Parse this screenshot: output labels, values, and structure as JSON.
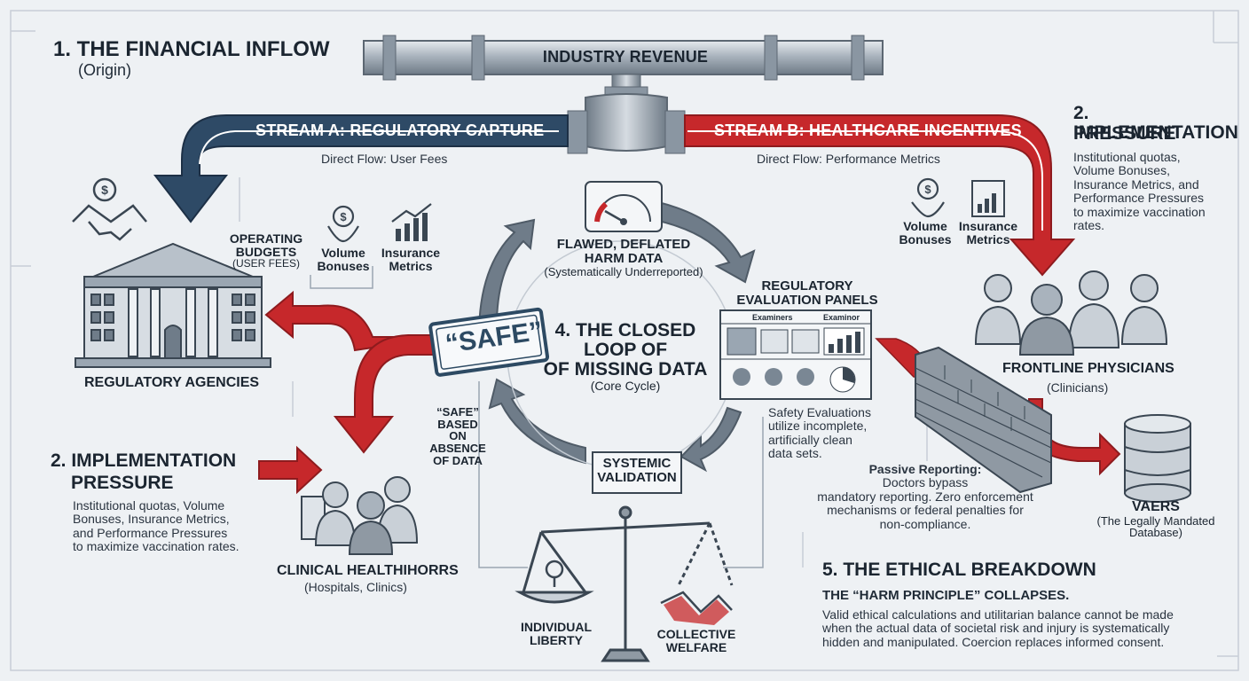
{
  "financial_inflow": {
    "title": "1. THE FINANCIAL INFLOW",
    "subtitle": "(Origin)"
  },
  "industry_revenue": "INDUSTRY REVENUE",
  "stream_a": {
    "label": "STREAM A: REGULATORY CAPTURE",
    "flow": "Direct Flow: User Fees"
  },
  "stream_b": {
    "label": "STREAM B: HEALTHCARE INCENTIVES",
    "flow": "Direct Flow: Performance Metrics"
  },
  "implementation_right": {
    "title_line1": "2. IMPLEMENTATION",
    "title_line2": "PRESSURE",
    "body_lines": [
      "Institutional quotas,",
      "Volume Bonuses,",
      "Insurance Metrics, and",
      "Performance Pressures",
      "to maximize vaccination",
      "rates."
    ]
  },
  "implementation_left": {
    "title_line1": "2. IMPLEMENTATION",
    "title_line2": "PRESSURE",
    "body_lines": [
      "Institutional quotas, Volume",
      "Bonuses, Insurance Metrics,",
      "and Performance Pressures",
      "to maximize vaccination rates."
    ]
  },
  "operating_budgets": {
    "line1": "OPERATING",
    "line2": "BUDGETS",
    "line3": "(USER FEES)"
  },
  "icons_left": {
    "volume_1": "Volume",
    "volume_2": "Bonuses",
    "insurance_1": "Insurance",
    "insurance_2": "Metrics"
  },
  "icons_right": {
    "volume_1": "Volume",
    "volume_2": "Bonuses",
    "insurance_1": "Insurance",
    "insurance_2": "Metrics"
  },
  "regulatory_agencies": "REGULATORY AGENCIES",
  "harm_data": {
    "line1": "FLAWED, DEFLATED",
    "line2": "HARM DATA",
    "line3": "(Systematically Underreported)"
  },
  "evaluation_panels": {
    "line1": "REGULATORY",
    "line2": "EVALUATION PANELS",
    "examiners": "Examiners",
    "examinor": "Examinor",
    "desc_lines": [
      "Safety Evaluations",
      "utilize incomplete,",
      "artificially clean",
      "data sets."
    ]
  },
  "closed_loop": {
    "line1": "4. THE CLOSED",
    "line2": "LOOP OF",
    "line3": "OF MISSING DATA",
    "line4": "(Core Cycle)"
  },
  "safe_stamp": "“SAFE”",
  "safe_absence": {
    "line1": "“SAFE”",
    "line2": "BASED ON",
    "line3": "ABSENCE",
    "line4": "OF DATA"
  },
  "systemic_validation": {
    "line1": "SYSTEMIC",
    "line2": "VALIDATION"
  },
  "frontline": {
    "title": "FRONTLINE PHYSICIANS",
    "subtitle": "(Clinicians)"
  },
  "clinical": {
    "title": "CLINICAL HEALTHIHORRS",
    "subtitle": "(Hospitals, Clinics)"
  },
  "passive_reporting": {
    "title": "Passive Reporting:",
    "lines": [
      "Doctors bypass",
      "mandatory reporting. Zero enforcement",
      "mechanisms or federal penalties for",
      "non-compliance."
    ]
  },
  "vaers": {
    "title": "VAERS",
    "line1": "(The Legally Mandated",
    "line2": "Database)"
  },
  "ethical": {
    "title": "5. THE ETHICAL BREAKDOWN",
    "subtitle": "THE “HARM PRINCIPLE” COLLAPSES.",
    "lines": [
      "Valid ethical calculations and utilitarian balance cannot be made",
      "when the actual data of societal risk and injury is systematically",
      "hidden and manipulated. Coercion replaces informed consent."
    ]
  },
  "scale": {
    "left_1": "INDIVIDUAL",
    "left_2": "LIBERTY",
    "right_1": "COLLECTIVE",
    "right_2": "WELFARE"
  },
  "colors": {
    "navy": "#2e4a66",
    "red": "#c6282b",
    "steel": "#9aa6b2",
    "ink": "#1f2a36"
  },
  "icons": [
    "handshake-icon",
    "dollar-icon",
    "building-icon",
    "gauge-icon",
    "chart-icon",
    "brick-wall-icon",
    "database-icon",
    "scale-icon",
    "people-icon"
  ]
}
